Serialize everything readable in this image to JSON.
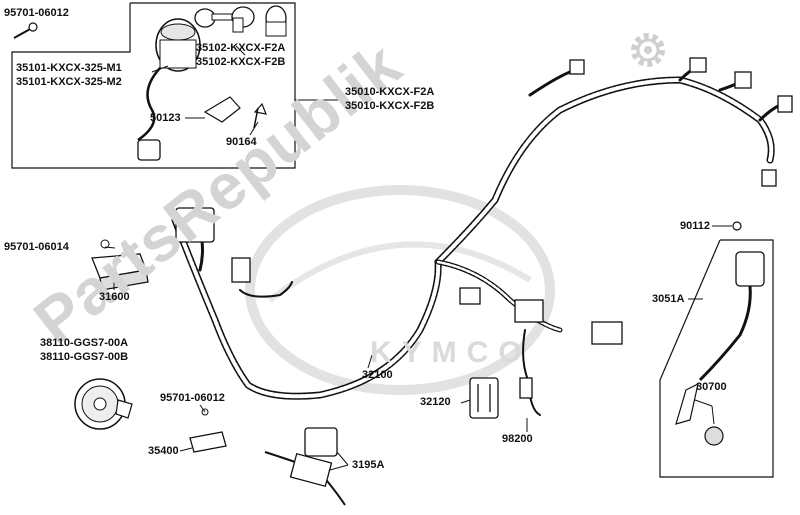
{
  "watermark": {
    "text": "PartsRepublik",
    "brand": "KYMCO"
  },
  "labels": {
    "p95701_06012_top": "95701-06012",
    "p35101_m1": "35101-KXCX-325-M1",
    "p35101_m2": "35101-KXCX-325-M2",
    "p35102_f2a": "35102-KXCX-F2A",
    "p35102_f2b": "35102-KXCX-F2B",
    "p35010_f2a": "35010-KXCX-F2A",
    "p35010_f2b": "35010-KXCX-F2B",
    "p50123": "50123",
    "p90164": "90164",
    "p90112": "90112",
    "p95701_06014": "95701-06014",
    "p31600": "31600",
    "p3051a": "3051A",
    "p38110_a": "38110-GGS7-00A",
    "p38110_b": "38110-GGS7-00B",
    "p32100": "32100",
    "p95701_06012_mid": "95701-06012",
    "p32120": "32120",
    "p30700": "30700",
    "p98200": "98200",
    "p35400": "35400",
    "p3195a": "3195A"
  }
}
